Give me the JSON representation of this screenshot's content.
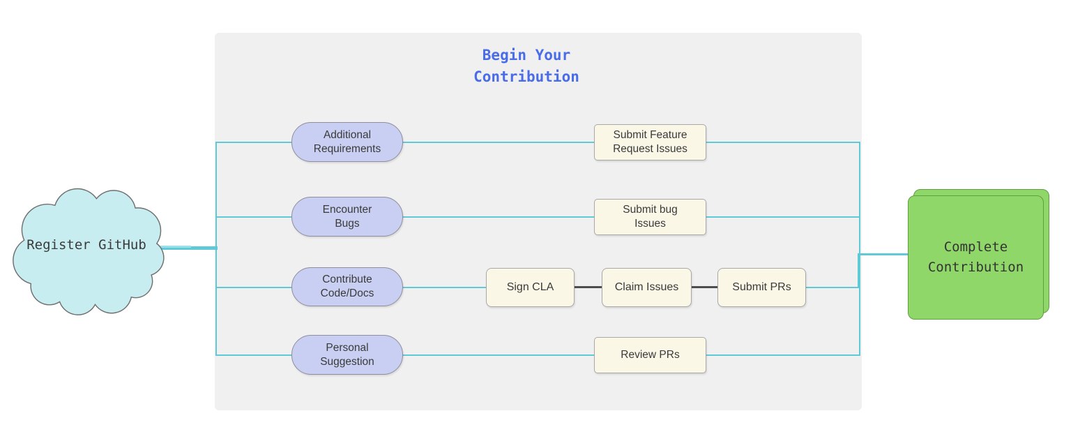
{
  "diagram": {
    "cloud_label": "Register GitHub",
    "group_title": "Begin Your\nContribution",
    "rows": [
      {
        "source": "Additional\nRequirements",
        "step": "Submit Feature\nRequest Issues"
      },
      {
        "source": "Encounter\nBugs",
        "step": "Submit bug\nIssues"
      },
      {
        "source": "Contribute\nCode/Docs",
        "steps": [
          "Sign CLA",
          "Claim Issues",
          "Submit PRs"
        ]
      },
      {
        "source": "Personal\nSuggestion",
        "step": "Review PRs"
      }
    ],
    "end_label": "Complete\nContribution"
  },
  "icons": {
    "cloud": "cloud-shape-icon"
  },
  "colors": {
    "panel_bg": "#f0f0f1",
    "line_cyan": "#5fcad5",
    "line_dark": "#4d4d4d",
    "pill_fill": "#c9cff2",
    "pill_border": "#8e8e9c",
    "card_fill": "#faf7e7",
    "card_border": "#a8a8a8",
    "cloud_fill": "#c8edf0",
    "cloud_border": "#6f6f6f",
    "green_fill": "#90d76a",
    "green_border": "#5f9e43",
    "title_color": "#4a6ce8"
  }
}
